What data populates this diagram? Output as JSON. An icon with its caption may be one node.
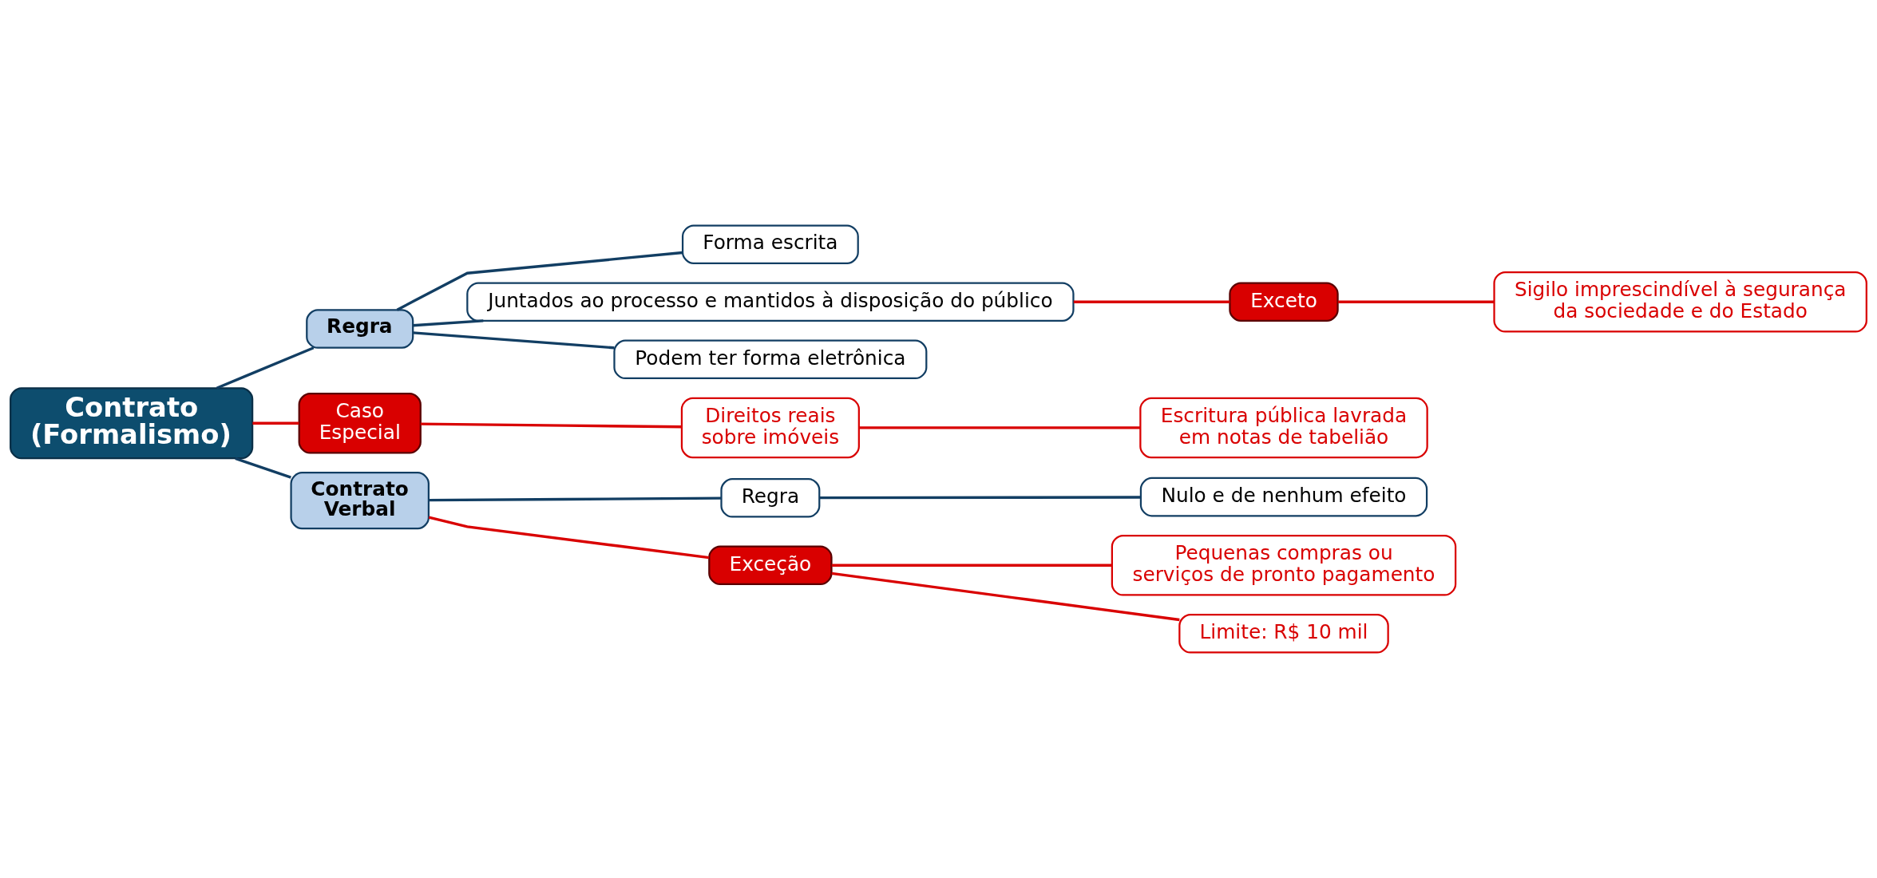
{
  "diagram": {
    "nodes": [
      {
        "text": [
          "Contrato (Formalismo)"
        ]
      },
      {
        "text": [
          "Regra"
        ]
      },
      {
        "text": [
          "Forma escrita"
        ]
      },
      {
        "text": [
          "Juntados ao processo e mantidos à disposição do público"
        ]
      },
      {
        "text": [
          "Exceto"
        ]
      },
      {
        "text": [
          "Sigilo imprescindível à segurança da sociedade e do Estado"
        ]
      },
      {
        "text": [
          "Podem ter forma eletrônica"
        ]
      },
      {
        "text": [
          "Caso Especial"
        ]
      },
      {
        "text": [
          "Direitos reais sobre imóveis"
        ]
      },
      {
        "text": [
          "Escritura pública lavrada em notas de tabelião"
        ]
      },
      {
        "text": [
          "Contrato Verbal"
        ]
      },
      {
        "text": [
          "Regra"
        ]
      },
      {
        "text": [
          "Nulo e de nenhum efeito"
        ]
      },
      {
        "text": [
          "Exceção"
        ]
      },
      {
        "text": [
          "Pequenas compras ou serviços de pronto pagamento"
        ]
      },
      {
        "text": [
          "Limite: R$ 10 mil"
        ]
      }
    ],
    "edges": [
      {
        "from": 0,
        "to": 1,
        "arrow": "none",
        "color": "#123e63"
      },
      {
        "from": 1,
        "to": 2,
        "arrow": "none",
        "color": "#123e63"
      },
      {
        "from": 1,
        "to": 3,
        "arrow": "none",
        "color": "#123e63"
      },
      {
        "from": 3,
        "to": 4,
        "arrow": "none"
      },
      {
        "from": 4,
        "to": 5,
        "arrow": "none"
      },
      {
        "from": 1,
        "to": 6,
        "arrow": "none",
        "color": "#123e63"
      },
      {
        "from": 0,
        "to": 7,
        "arrow": "none"
      },
      {
        "from": 7,
        "to": 8,
        "arrow": "none"
      },
      {
        "from": 8,
        "to": 9,
        "arrow": "none"
      },
      {
        "from": 0,
        "to": 10,
        "arrow": "none",
        "color": "#123e63"
      },
      {
        "from": 10,
        "to": 11,
        "arrow": "none",
        "color": "#123e63"
      },
      {
        "from": 11,
        "to": 12,
        "arrow": "none",
        "color": "#123e63"
      },
      {
        "from": 10,
        "to": 13,
        "arrow": "none"
      },
      {
        "from": 13,
        "to": 14,
        "arrow": "none"
      },
      {
        "from": 13,
        "to": 15,
        "arrow": "none"
      }
    ]
  }
}
